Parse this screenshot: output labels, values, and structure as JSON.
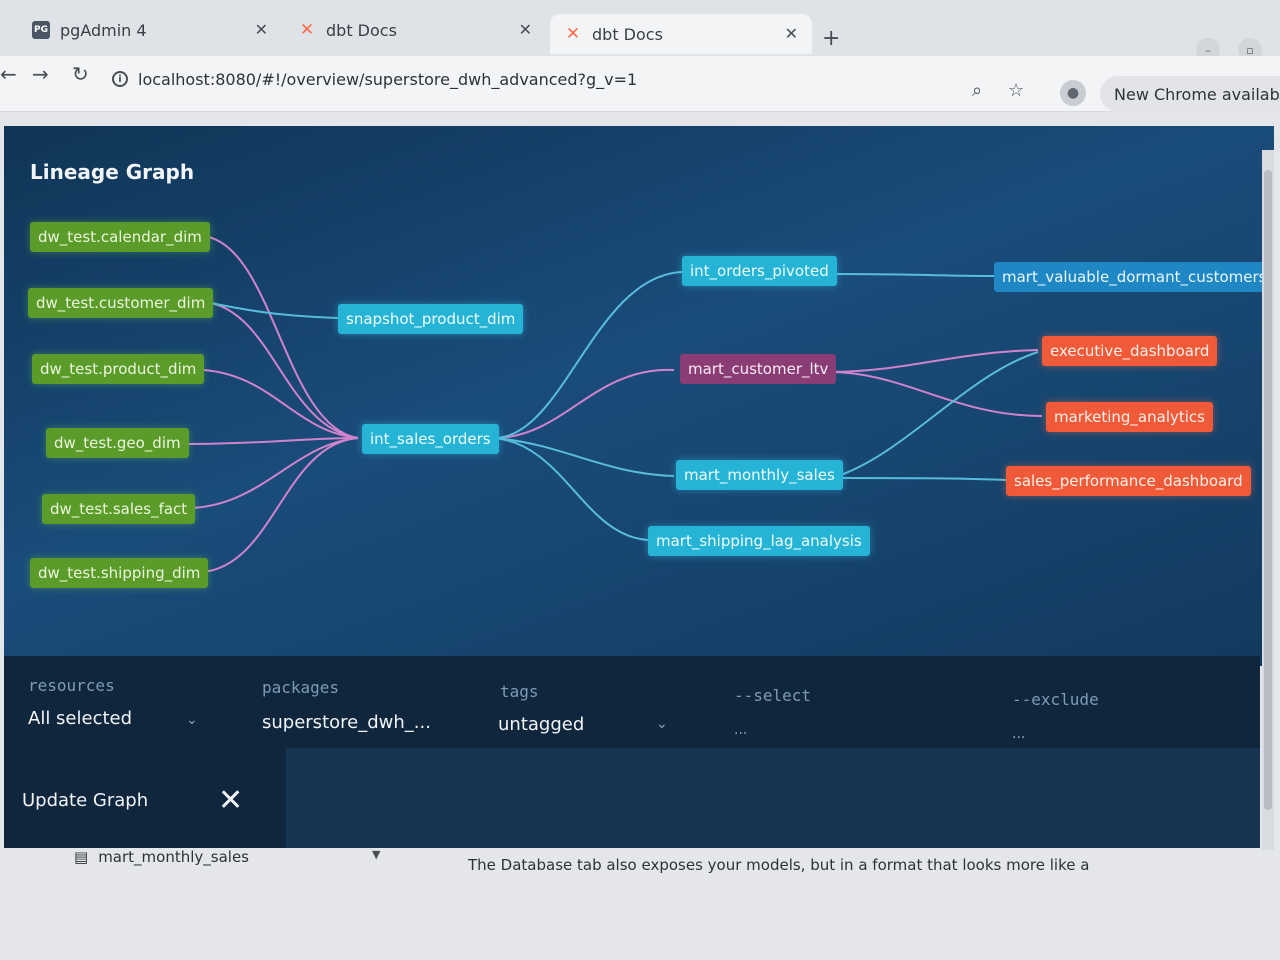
{
  "browser": {
    "tabs": [
      {
        "title": "pgAdmin 4",
        "icon": "pgadmin-icon",
        "favicon_text": "PG"
      },
      {
        "title": "dbt Docs",
        "icon": "dbt-icon"
      },
      {
        "title": "dbt Docs",
        "icon": "dbt-icon",
        "active": true
      }
    ],
    "url": "localhost:8080/#!/overview/superstore_dwh_advanced?g_v=1",
    "update_label": "New Chrome available"
  },
  "lineage": {
    "title": "Lineage Graph",
    "nodes": {
      "calendar": "dw_test.calendar_dim",
      "customer": "dw_test.customer_dim",
      "product": "dw_test.product_dim",
      "geo": "dw_test.geo_dim",
      "sales_fact": "dw_test.sales_fact",
      "shipping": "dw_test.shipping_dim",
      "snapshot": "snapshot_product_dim",
      "int_sales": "int_sales_orders",
      "int_pivoted": "int_orders_pivoted",
      "mart_ltv": "mart_customer_ltv",
      "mart_monthly": "mart_monthly_sales",
      "mart_shipping": "mart_shipping_lag_analysis",
      "mart_valuable": "mart_valuable_dormant_customers",
      "exec_dash": "executive_dashboard",
      "marketing": "marketing_analytics",
      "sales_perf": "sales_performance_dashboard"
    },
    "colors": {
      "source": "#5a9b2a",
      "model": "#25b4d6",
      "mart_selected": "#8a3d74",
      "exposure": "#f05a38",
      "edge_pink": "#e58ad6",
      "edge_cyan": "#5fc9e6"
    }
  },
  "filters": {
    "resources": {
      "label": "resources",
      "value": "All selected"
    },
    "packages": {
      "label": "packages",
      "value": "superstore_dwh_..."
    },
    "tags": {
      "label": "tags",
      "value": "untagged"
    },
    "select": {
      "label": "--select",
      "value": "..."
    },
    "exclude": {
      "label": "--exclude",
      "value": "..."
    },
    "update_button": "Update Graph"
  },
  "below": {
    "item_label": "mart_monthly_sales",
    "description_text": "The Database tab also exposes your models, but in a format that looks more like a"
  }
}
